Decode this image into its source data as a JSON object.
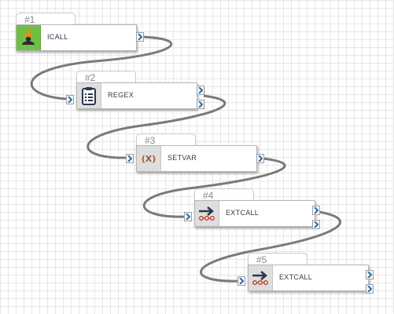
{
  "diagram": {
    "wire_color": "#7a7a7a",
    "port_arrow_color": "#2e6b9e",
    "nodes": [
      {
        "id": "#1",
        "label": "ICALL",
        "icon": "download-person-icon",
        "icon_bg": "#6fbf45"
      },
      {
        "id": "#2",
        "label": "REGEX",
        "icon": "clipboard-list-icon",
        "icon_bg": "#dedede"
      },
      {
        "id": "#3",
        "label": "SETVAR",
        "icon_text": "(X)",
        "icon": "variable-icon",
        "icon_bg": "#dedede"
      },
      {
        "id": "#4",
        "label": "EXTCALL",
        "icon": "external-call-icon",
        "icon_bg": "#dedede"
      },
      {
        "id": "#5",
        "label": "EXTCALL",
        "icon": "external-call-icon",
        "icon_bg": "#dedede"
      }
    ]
  }
}
